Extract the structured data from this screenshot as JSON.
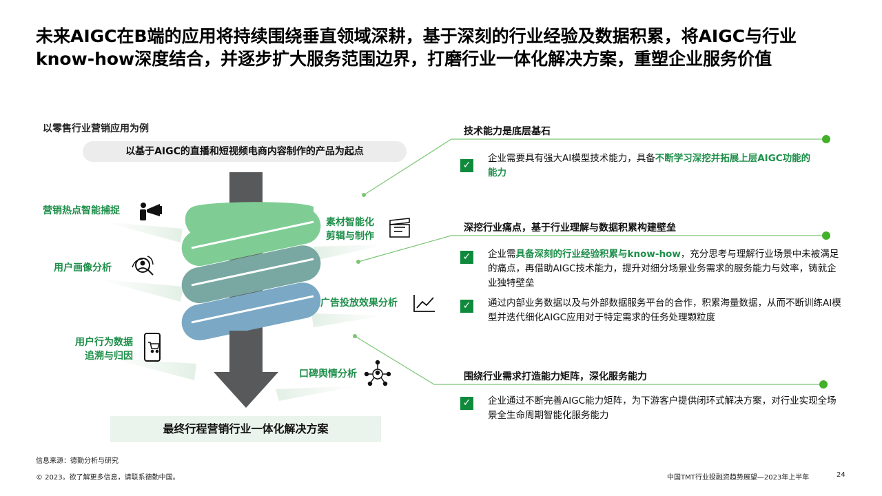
{
  "title": "未来AIGC在B端的应用将持续围绕垂直领域深耕，基于深刻的行业经验及数据积累，将AIGC与行业know-how深度结合，并逐步扩大服务范围边界，打磨行业一体化解决方案，重塑企业服务价值",
  "left": {
    "subtitle": "以零售行业营销应用为例",
    "start_pill": "以基于AIGC的直播和短视频电商内容制作的产品为起点",
    "labels": {
      "marketing_hotspot": "营销热点智能捕捉",
      "user_profile": "用户画像分析",
      "behavior_line1": "用户行为数据",
      "behavior_line2": "追溯与归因",
      "material_line1": "素材智能化",
      "material_line2": "剪辑与制作",
      "ad_effect": "广告投放效果分析",
      "reputation": "口碑舆情分析"
    },
    "icons": {
      "marketing_hotspot": "megaphone-person-icon",
      "user_profile": "user-search-icon",
      "behavior": "mobile-cart-icon",
      "material": "clapperboard-icon",
      "ad_effect": "line-chart-icon",
      "reputation": "network-person-icon"
    },
    "final_box": "最终行程营销行业一体化解决方案"
  },
  "right": {
    "s1": {
      "heading": "技术能力是底层基石",
      "item1": {
        "pre": "企业需要具有强大AI模型技术能力，具备",
        "hl": "不断学习深挖并拓展上层AIGC功能的能力",
        "post": ""
      }
    },
    "s2": {
      "heading": "深挖行业痛点，基于行业理解与数据积累构建壁垒",
      "item1": {
        "pre": "企业需",
        "hl": "具备深刻的行业经验积累与know-how",
        "post": "，充分思考与理解行业场景中未被满足的痛点，再借助AIGC技术能力，提升对细分场景业务需求的服务能力与效率，铸就企业独特壁垒"
      },
      "item2": "通过内部业务数据以及与外部数据服务平台的合作，积累海量数据，从而不断训练AI模型并迭代细化AIGC应用对于特定需求的任务处理颗粒度"
    },
    "s3": {
      "heading": "围绕行业需求打造能力矩阵，深化服务能力",
      "item1": "企业通过不断完善AIGC能力矩阵，为下游客户提供闭环式解决方案，对行业实现全场景全生命周期智能化服务能力"
    },
    "check_mark": "✓"
  },
  "footer": {
    "source": "信息来源：德勤分析与研究",
    "copyright": "© 2023。欲了解更多信息，请联系德勤中国。",
    "report": "中国TMT行业投融资趋势展望—2023年上半年",
    "page": "24"
  },
  "colors": {
    "accent_green": "#1e8f4a",
    "check_green": "#0f8a3c",
    "line_green": "#7cc576",
    "dot_green": "#43b02a",
    "band1": "#7fcd94",
    "band2": "#79a8a2",
    "band3": "#7aa8c5",
    "arrow": "#58595b"
  }
}
